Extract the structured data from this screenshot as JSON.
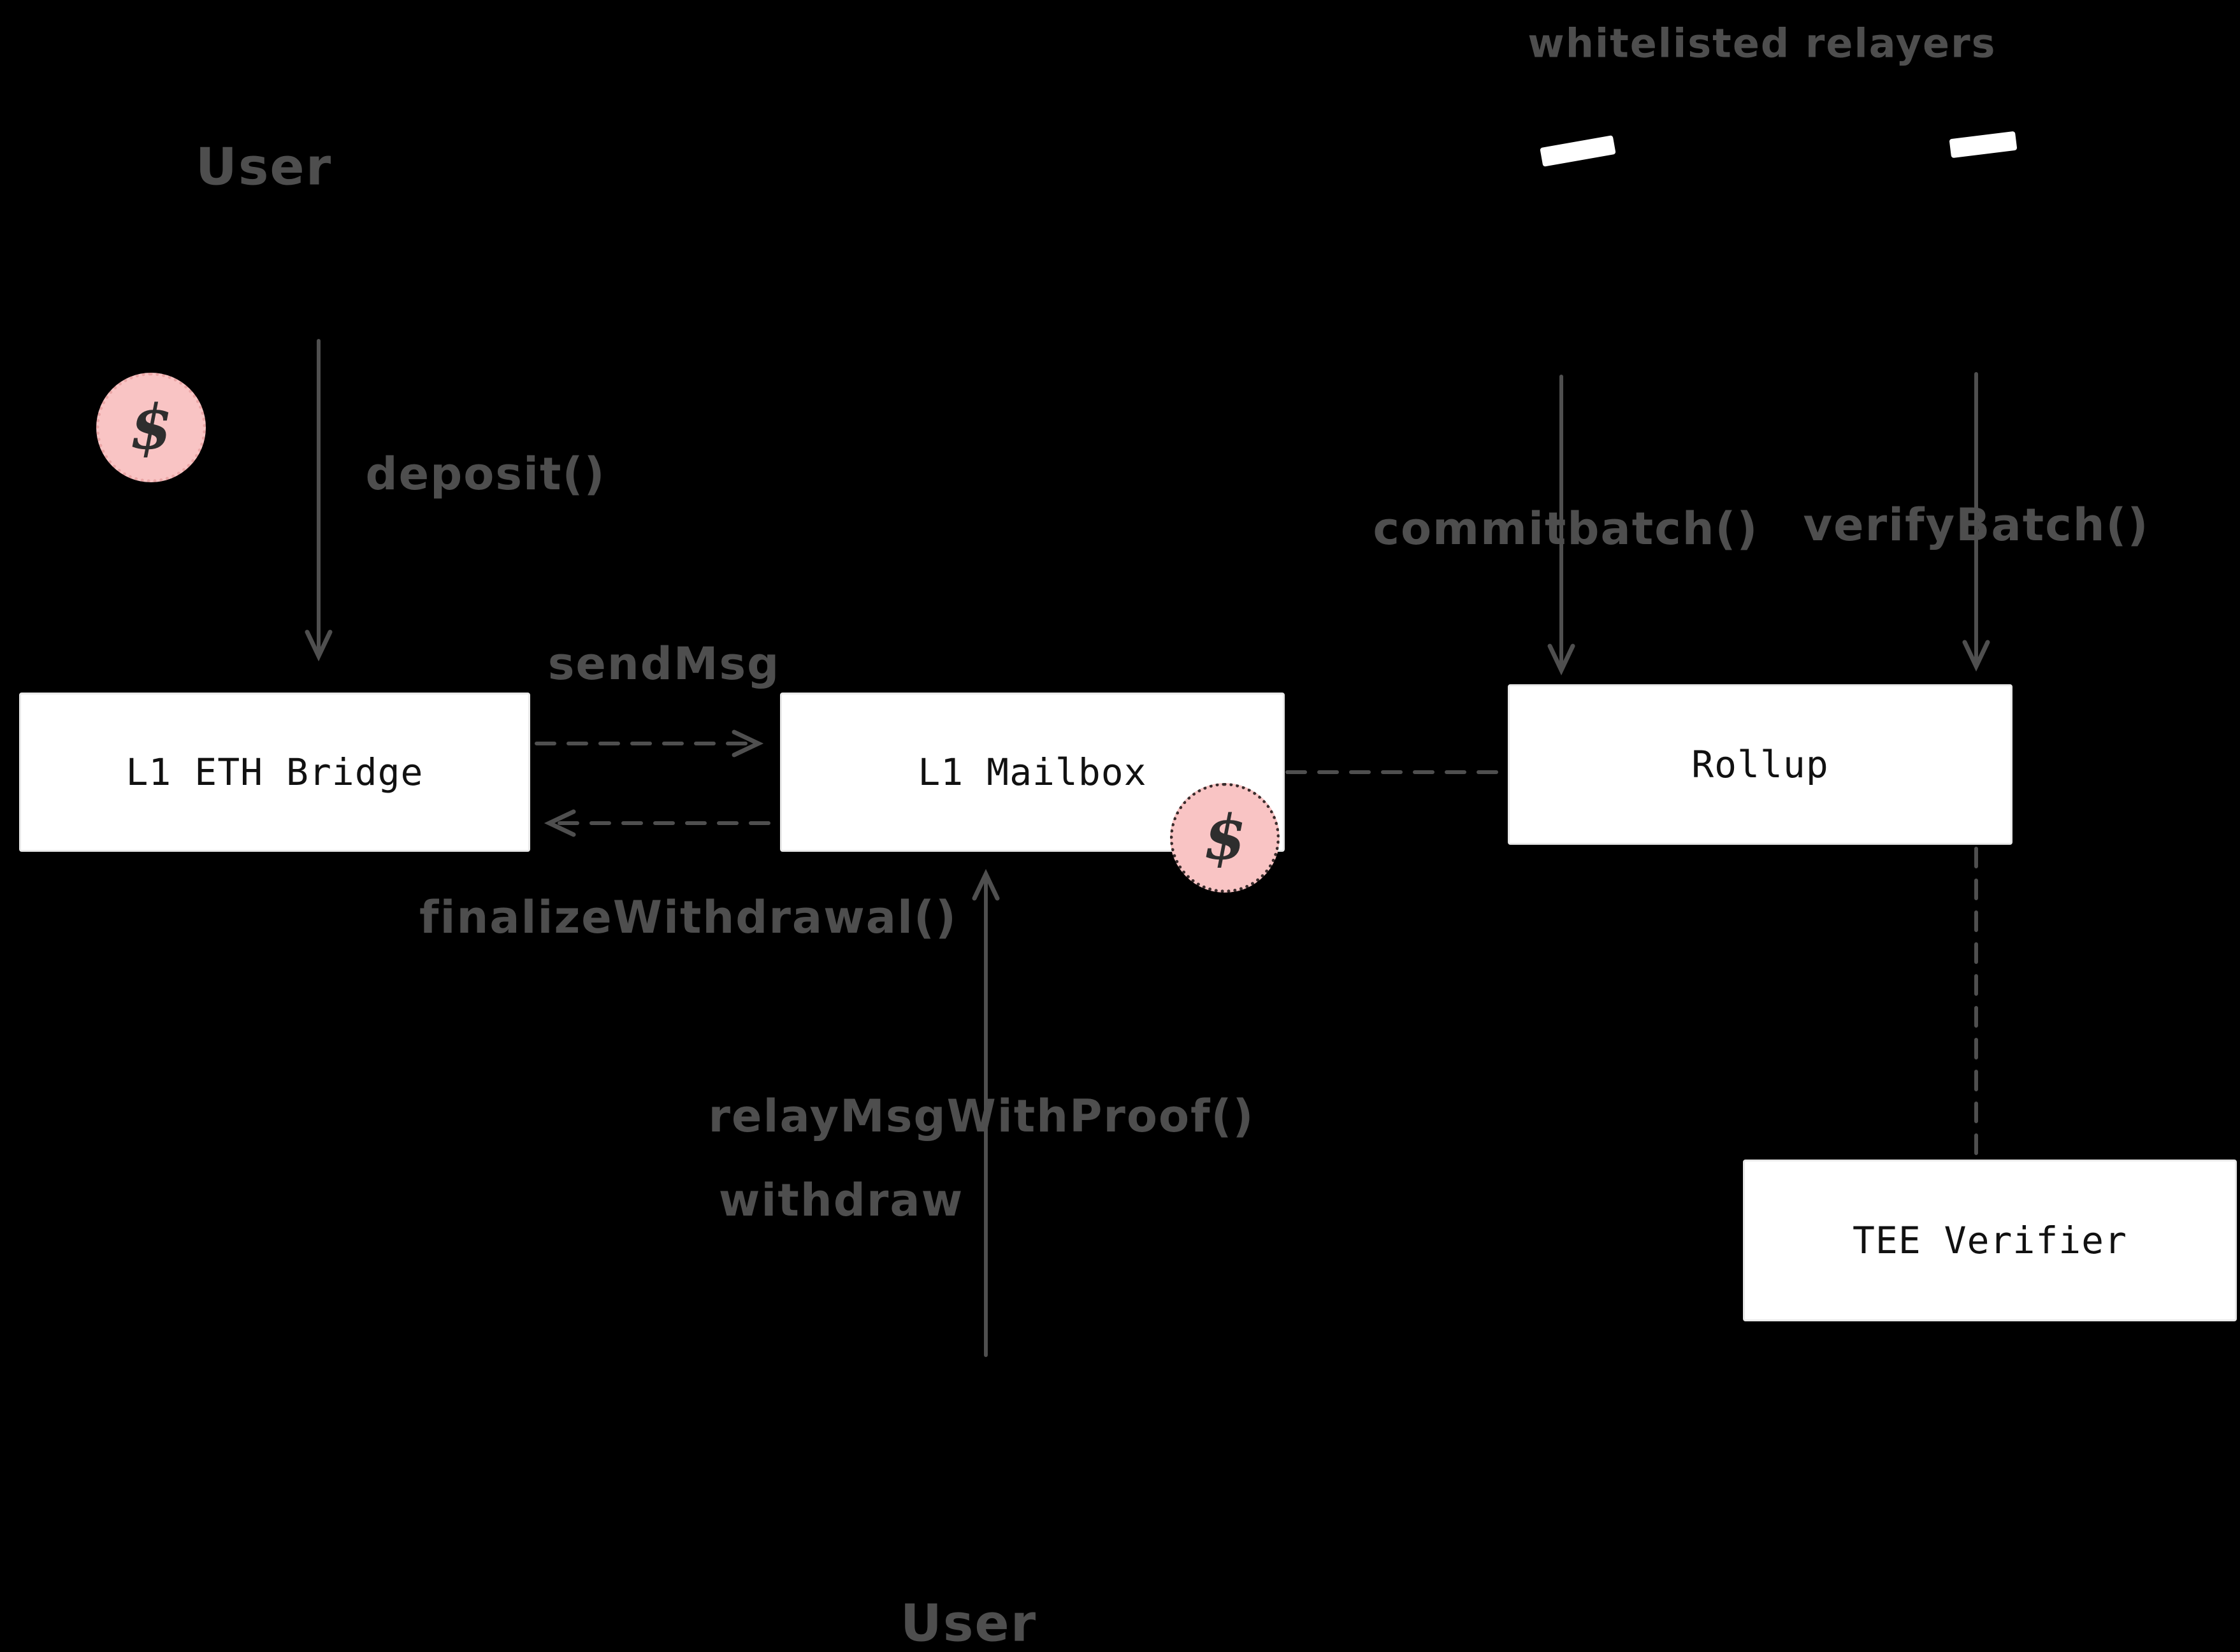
{
  "diagram": {
    "actors": {
      "user_top": "User",
      "user_bottom": "User",
      "whitelisted_relayers": "whitelisted relayers"
    },
    "nodes": {
      "l1_eth_bridge": "L1 ETH Bridge",
      "l1_mailbox": "L1 Mailbox",
      "rollup": "Rollup",
      "tee_verifier": "TEE Verifier"
    },
    "edges": {
      "deposit": "deposit()",
      "send_msg": "sendMsg",
      "finalize_withdrawal": "finalizeWithdrawal()",
      "relay_msg_with_proof": "relayMsgWithProof()",
      "withdraw": "withdraw",
      "commit_batch": "commitbatch()",
      "verify_batch": "verifyBatch()"
    },
    "icons": {
      "money_top": "$",
      "money_mailbox": "$"
    },
    "colors": {
      "background": "#000000",
      "box_fill": "#ffffff",
      "box_text": "#111111",
      "label_text": "#4e4e4e",
      "arrow": "#4f4f4f",
      "money_fill": "#f9c4c4"
    }
  }
}
